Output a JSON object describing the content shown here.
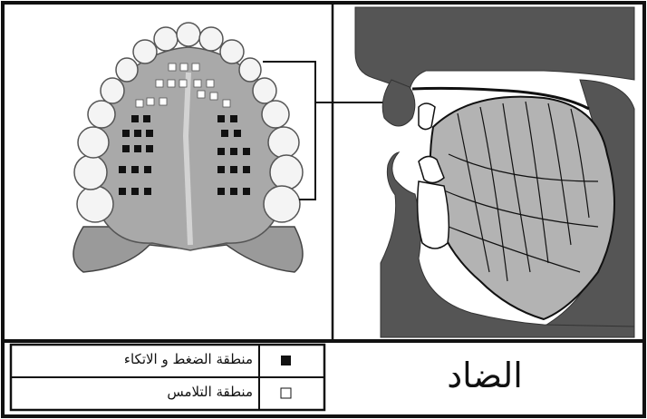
{
  "diagram": {
    "letter": "الضاد",
    "legend": [
      {
        "marker": "filled-square",
        "label": "منطقة الضغط و الاتكاء"
      },
      {
        "marker": "empty-square",
        "label": "منطقة التلامس"
      }
    ]
  },
  "colors": {
    "outline": "#111111",
    "tissue_dark": "#555555",
    "tongue": "#b3b3b3",
    "palate": "#a9a9a9",
    "teeth": "#f4f4f4",
    "pressure_marker": "#111111",
    "contact_marker": "#ffffff"
  }
}
